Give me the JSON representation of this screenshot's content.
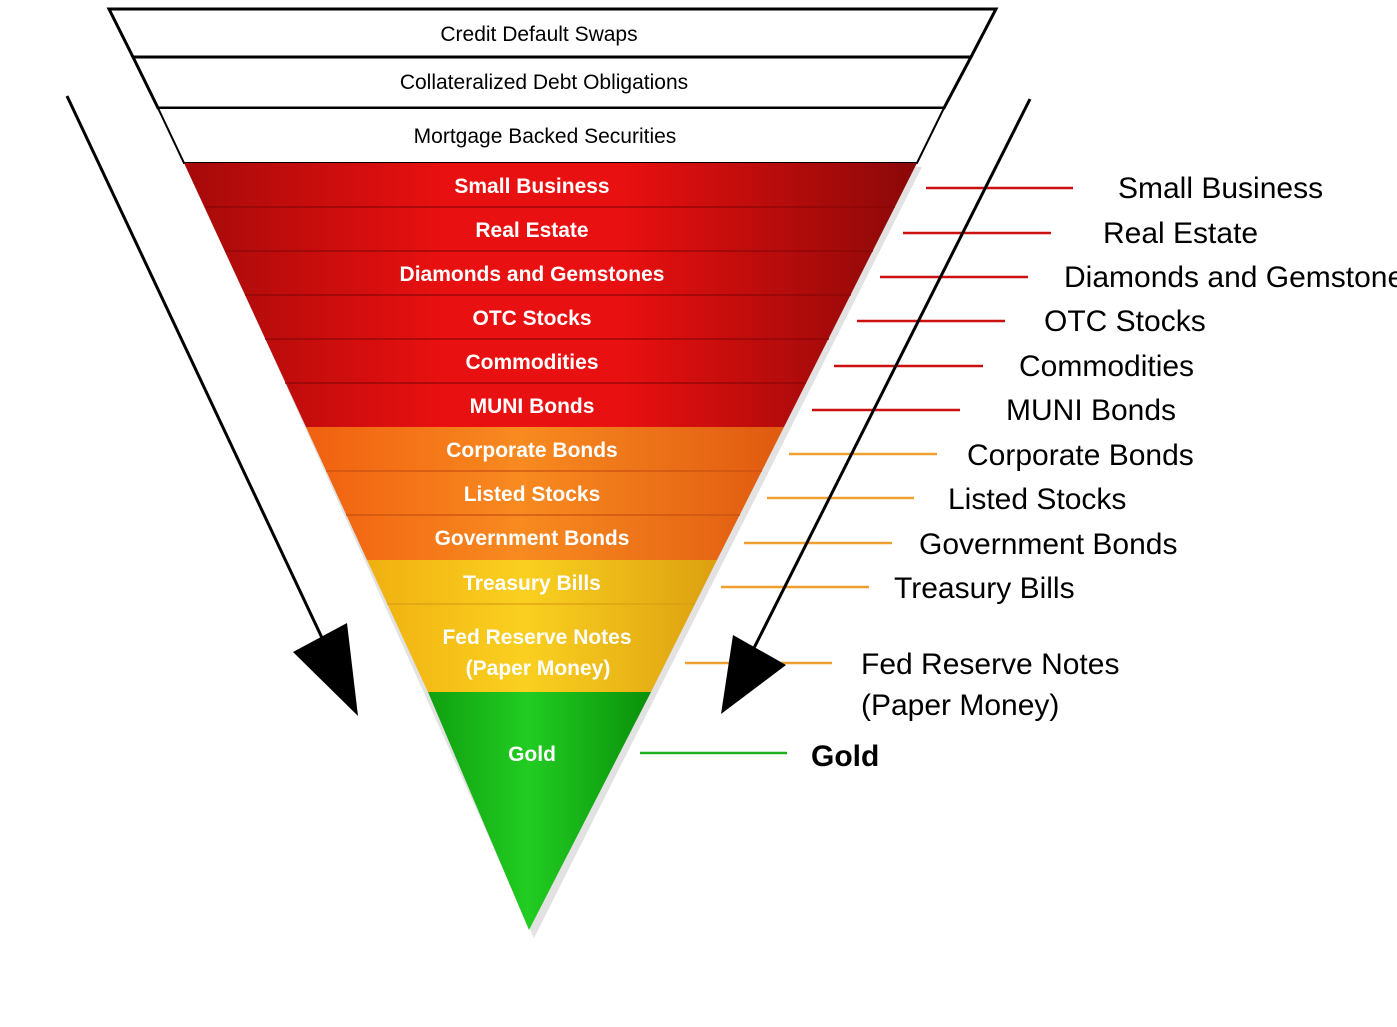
{
  "top_layers": [
    {
      "label": "Credit Default Swaps"
    },
    {
      "label": "Collateralized Debt Obligations"
    },
    {
      "label": "Mortgage Backed Securities"
    }
  ],
  "layers": [
    {
      "label": "Small Business",
      "tier": "red"
    },
    {
      "label": "Real Estate",
      "tier": "red"
    },
    {
      "label": "Diamonds and Gemstones",
      "tier": "red"
    },
    {
      "label": "OTC Stocks",
      "tier": "red"
    },
    {
      "label": "Commodities",
      "tier": "red"
    },
    {
      "label": "MUNI Bonds",
      "tier": "red"
    },
    {
      "label": "Corporate Bonds",
      "tier": "orange"
    },
    {
      "label": "Listed Stocks",
      "tier": "orange"
    },
    {
      "label": "Government Bonds",
      "tier": "orange"
    },
    {
      "label": "Treasury Bills",
      "tier": "yellow"
    },
    {
      "label": "Fed Reserve Notes",
      "label2": "(Paper Money)",
      "tier": "yellow"
    },
    {
      "label": "Gold",
      "tier": "green"
    }
  ],
  "colors": {
    "red": "#e01010",
    "red_dark": "#9a0a0a",
    "orange": "#f47a18",
    "orange_dark": "#d85a10",
    "yellow": "#f5c21a",
    "yellow_dark": "#e0a010",
    "green": "#1ec21e",
    "green_dark": "#0a9a0a",
    "leader_red": "#cc1010",
    "leader_orange": "#f0a030",
    "leader_green": "#20b020"
  }
}
